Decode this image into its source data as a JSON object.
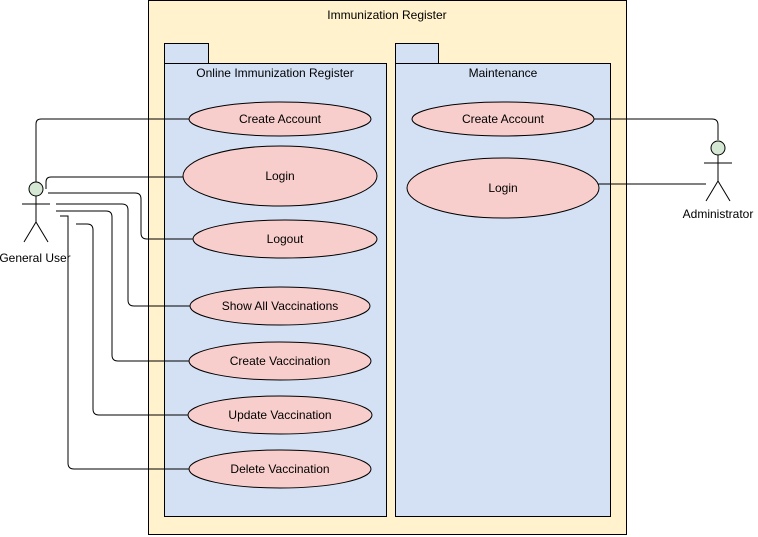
{
  "system": {
    "title": "Immunization Register"
  },
  "packages": {
    "online": {
      "title": "Online Immunization Register",
      "use_cases": [
        "Create Account",
        "Login",
        "Logout",
        "Show All Vaccinations",
        "Create Vaccination",
        "Update Vaccination",
        "Delete Vaccination"
      ]
    },
    "maintenance": {
      "title": "Maintenance",
      "use_cases": [
        "Create Account",
        "Login"
      ]
    }
  },
  "actors": {
    "general_user": "General User",
    "administrator": "Administrator"
  },
  "colors": {
    "system_fill": "#fff2cc",
    "package_fill": "#d4e1f5",
    "use_case_fill": "#f8cecc",
    "actor_fill": "#d5e8d4",
    "line": "#000000"
  }
}
